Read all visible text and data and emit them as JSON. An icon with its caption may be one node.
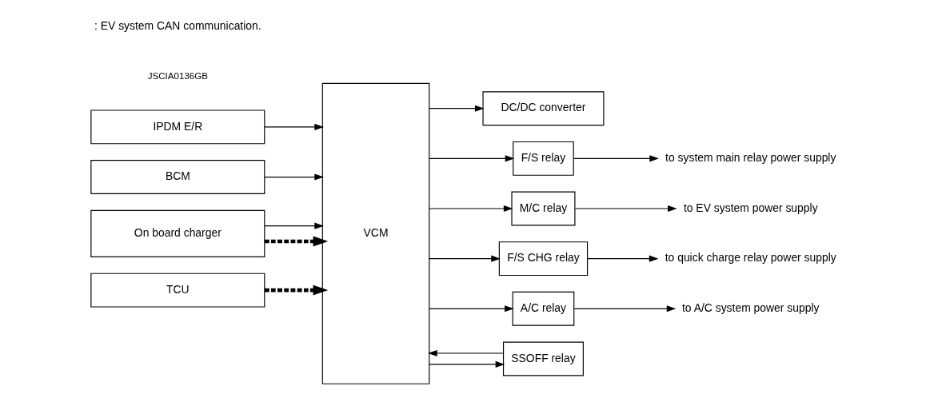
{
  "diagram": {
    "nodes": [
      {
        "text": [
          "IPDM E/R"
        ]
      },
      {
        "text": [
          "BCM"
        ]
      },
      {
        "text": [
          "On board charger"
        ]
      },
      {
        "text": [
          "TCU"
        ]
      },
      {
        "text": [
          "VCM"
        ]
      },
      {
        "text": [
          "DC/DC converter"
        ]
      },
      {
        "text": [
          "F/S relay"
        ]
      },
      {
        "text": [
          "M/C relay"
        ]
      },
      {
        "text": [
          "F/S CHG relay"
        ]
      },
      {
        "text": [
          "A/C relay"
        ]
      },
      {
        "text": [
          "SSOFF relay"
        ]
      },
      {
        "text": [
          "to system main relay power supply"
        ]
      },
      {
        "text": [
          "to EV system power supply"
        ]
      },
      {
        "text": [
          "to quick charge relay power supply"
        ]
      },
      {
        "text": [
          "to A/C system power supply"
        ]
      }
    ],
    "edges": [
      {
        "from": 0,
        "to": 4,
        "arrow": "to"
      },
      {
        "from": 1,
        "to": 4,
        "arrow": "to"
      },
      {
        "from": 2,
        "to": 4,
        "arrow": "to",
        "style": "dashed"
      },
      {
        "from": 2,
        "to": 4,
        "arrow": "to"
      },
      {
        "from": 3,
        "to": 4,
        "arrow": "to",
        "style": "dashed"
      },
      {
        "from": 4,
        "to": 5,
        "arrow": "to"
      },
      {
        "from": 4,
        "to": 6,
        "arrow": "to"
      },
      {
        "from": 6,
        "to": 11,
        "arrow": "to"
      },
      {
        "from": 4,
        "to": 7,
        "arrow": "to"
      },
      {
        "from": 7,
        "to": 12,
        "arrow": "to"
      },
      {
        "from": 4,
        "to": 8,
        "arrow": "to"
      },
      {
        "from": 8,
        "to": 13,
        "arrow": "to"
      },
      {
        "from": 4,
        "to": 9,
        "arrow": "to"
      },
      {
        "from": 9,
        "to": 14,
        "arrow": "to"
      },
      {
        "from": 4,
        "to": 10,
        "arrow": "to"
      },
      {
        "from": 10,
        "to": 4,
        "arrow": "to"
      }
    ],
    "labels": [
      "JSCIA0136GB"
    ],
    "legend": [
      {
        "text": ": EV system CAN communication."
      }
    ]
  }
}
